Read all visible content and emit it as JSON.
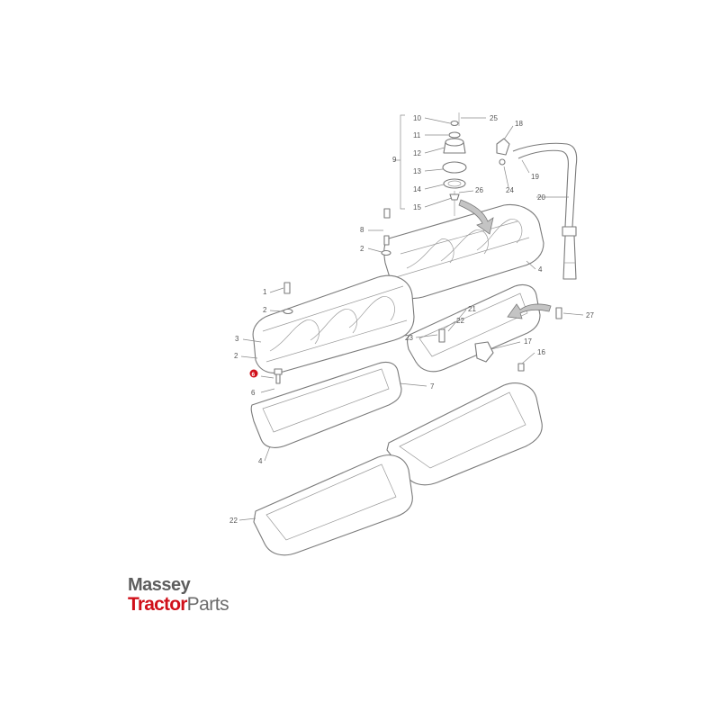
{
  "diagram": {
    "highlight_color": "#d0101a",
    "callouts": {
      "c10": "10",
      "c11": "11",
      "c12": "12",
      "c13": "13",
      "c14": "14",
      "c15": "15",
      "c9": "9",
      "c25": "25",
      "c18": "18",
      "c19": "19",
      "c24": "24",
      "c26": "26",
      "c20": "20",
      "c8": "8",
      "c2a": "2",
      "c4a": "4",
      "c1": "1",
      "c2b": "2",
      "c3": "3",
      "c2c": "2",
      "c6sel": "6",
      "c6": "6",
      "c7": "7",
      "c4b": "4",
      "c21": "21",
      "c22a": "22",
      "c23": "23",
      "c17": "17",
      "c16": "16",
      "c27": "27",
      "c22b": "22"
    }
  },
  "logo": {
    "line1": "Massey",
    "line2_red": "Tractor",
    "line2_grey": "Parts",
    "brand_color": "#d0101a"
  }
}
